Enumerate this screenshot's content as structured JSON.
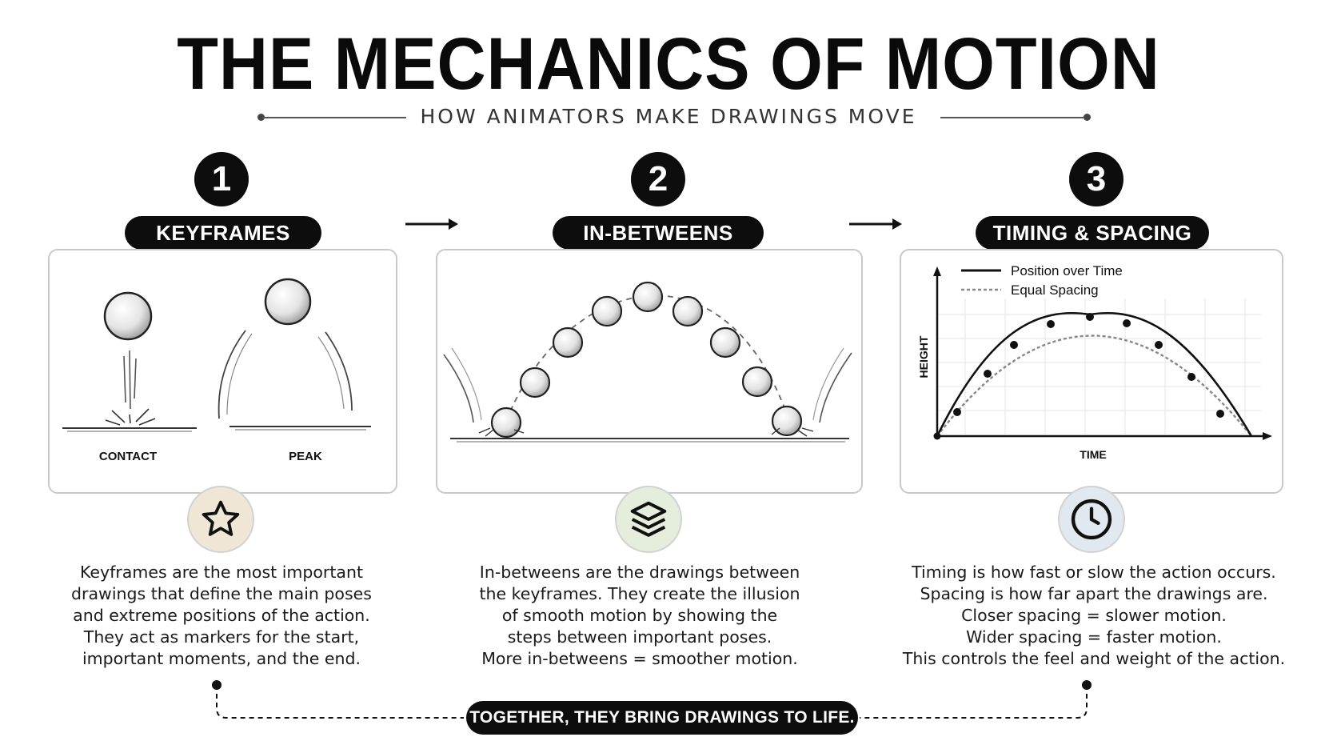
{
  "title": "THE MECHANICS OF MOTION",
  "subtitle": "HOW ANIMATORS MAKE DRAWINGS MOVE",
  "steps": [
    {
      "number": "1",
      "label": "KEYFRAMES",
      "icon": "star-icon",
      "badge_color": "#efe6d6",
      "panel_labels": [
        "CONTACT",
        "PEAK"
      ],
      "description": [
        "Keyframes are the most important",
        "drawings that define the main poses",
        "and extreme positions of the action.",
        "They act as markers for the start,",
        "important moments, and the end."
      ]
    },
    {
      "number": "2",
      "label": "IN-BETWEENS",
      "icon": "layers-icon",
      "badge_color": "#e5eedc",
      "description": [
        "In-betweens are the drawings between",
        "the keyframes. They create the illusion",
        "of smooth motion by showing the",
        "steps between important poses.",
        "More in-betweens = smoother motion."
      ]
    },
    {
      "number": "3",
      "label": "TIMING & SPACING",
      "icon": "clock-icon",
      "badge_color": "#e1e8f0",
      "chart": {
        "legend": [
          "Position over Time",
          "Equal Spacing"
        ],
        "ylabel": "HEIGHT",
        "xlabel": "TIME"
      },
      "description": [
        "Timing is how fast or slow the action occurs.",
        "Spacing is how far apart the drawings are.",
        "Closer spacing = slower motion.",
        "Wider spacing = faster motion.",
        "This controls the feel and weight of the action."
      ]
    }
  ],
  "footer": "TOGETHER, THEY BRING DRAWINGS TO LIFE."
}
